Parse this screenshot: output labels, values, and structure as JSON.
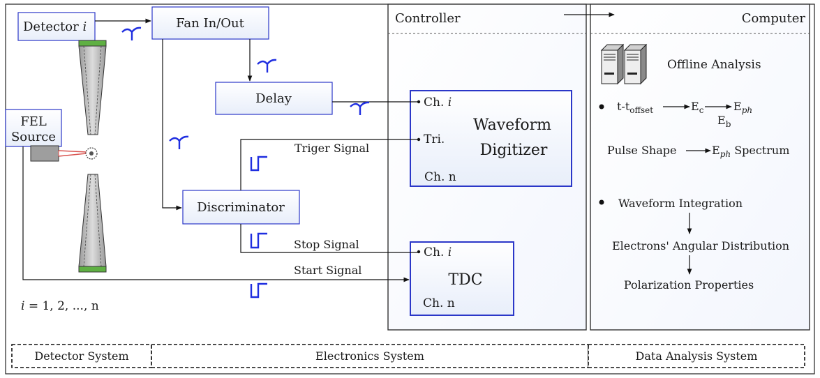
{
  "detector_box": {
    "prefix": "Detector ",
    "index": "i"
  },
  "fan_box": "Fan In/Out",
  "delay_box": "Delay",
  "fel_box": {
    "line1": "FEL",
    "line2": "Source"
  },
  "discriminator_box": "Discriminator",
  "controller_title": "Controller",
  "computer_title": "Computer",
  "digitizer": {
    "ch_prefix": "Ch. ",
    "ch_index": "i",
    "tri": "Tri.",
    "title1": "Waveform",
    "title2": "Digitizer",
    "ch_n": "Ch. n"
  },
  "tdc": {
    "ch_prefix": "Ch. ",
    "ch_index": "i",
    "title": "TDC",
    "ch_n": "Ch. n"
  },
  "signals": {
    "trigger": "Triger Signal",
    "stop": "Stop Signal",
    "start": "Start Signal"
  },
  "index_note": {
    "var": "i",
    "rest": " = 1, 2, ..., n"
  },
  "analysis": {
    "offline": "Offline Analysis",
    "t": "t-t",
    "t_sub": "offset",
    "ec": "E",
    "ec_sub": "c",
    "eb": "E",
    "eb_sub": "b",
    "eph": "E",
    "eph_sub": "ph",
    "pulse_shape": "Pulse Shape",
    "spectrum_e": "E",
    "spectrum_sub": "ph",
    "spectrum_rest": " Spectrum",
    "waveform_integration": "Waveform Integration",
    "angular": "Electrons' Angular Distribution",
    "polarization": "Polarization Properties"
  },
  "systems": {
    "detector": "Detector System",
    "electronics": "Electronics System",
    "data": "Data Analysis System"
  },
  "colors": {
    "box_border": "#2b37c8",
    "pulse": "#1f2ee0",
    "detector_end": "#5fb043",
    "laser": "#d9534f"
  }
}
